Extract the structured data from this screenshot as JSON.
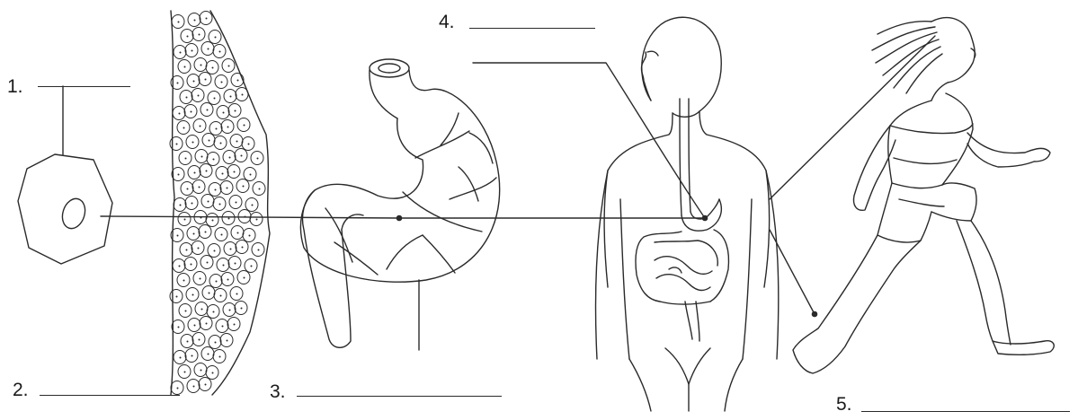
{
  "title": "",
  "colors": {
    "ink": "#2a2a2a",
    "paper": "#ffffff"
  },
  "labels": [
    {
      "id": "1",
      "text": "1."
    },
    {
      "id": "2",
      "text": "2."
    },
    {
      "id": "3",
      "text": "3."
    },
    {
      "id": "4",
      "text": "4."
    },
    {
      "id": "5",
      "text": "5."
    }
  ],
  "figures": [
    {
      "name": "single-cell",
      "depicts": "cell"
    },
    {
      "name": "cell-tissue",
      "depicts": "tissue"
    },
    {
      "name": "stomach-organ",
      "depicts": "organ"
    },
    {
      "name": "digestive-system-torso",
      "depicts": "organ system"
    },
    {
      "name": "running-girl",
      "depicts": "organism"
    }
  ]
}
